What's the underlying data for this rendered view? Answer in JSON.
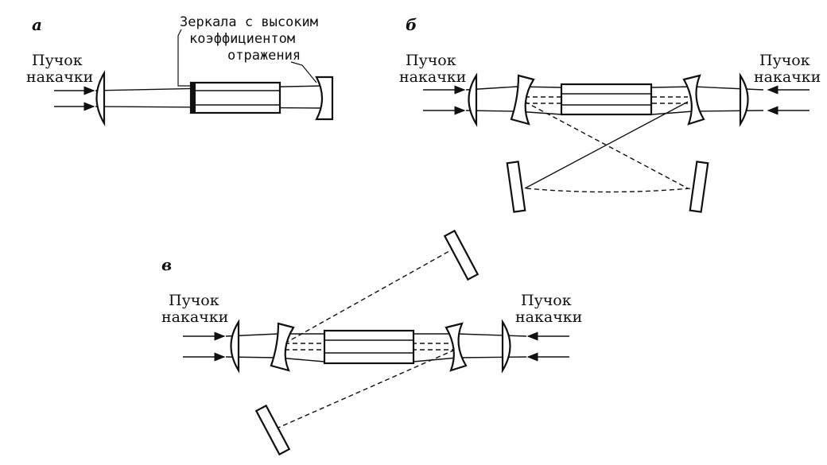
{
  "panels": {
    "a": {
      "letter": "а",
      "pump_label_line1": "Пучок",
      "pump_label_line2": "накачки",
      "mirrors_label_line1": "Зеркала с высоким",
      "mirrors_label_line2": "коэффициентом",
      "mirrors_label_line3": "отражения"
    },
    "b": {
      "letter": "б",
      "pump_left_line1": "Пучок",
      "pump_left_line2": "накачки",
      "pump_right_line1": "Пучок",
      "pump_right_line2": "накачки"
    },
    "c": {
      "letter": "в",
      "pump_left_line1": "Пучок",
      "pump_left_line2": "накачки",
      "pump_right_line1": "Пучок",
      "pump_right_line2": "накачки"
    }
  }
}
